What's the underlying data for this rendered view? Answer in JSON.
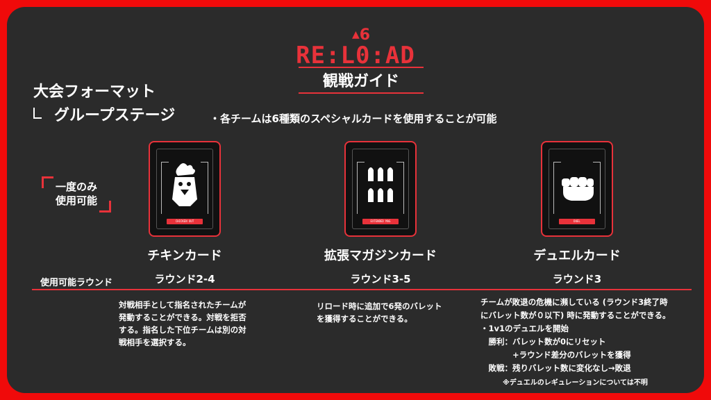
{
  "header": {
    "logo_badge": "6",
    "logo_main": "RE:L0:AD",
    "subtitle": "観戦ガイド"
  },
  "format": {
    "title": "大会フォーマット",
    "stage": "グループステージ",
    "note": "・各チームは6種類のスペシャルカードを使用することが可能"
  },
  "once_label": [
    "一度のみ",
    "使用可能"
  ],
  "round_label": "使用可能ラウンド",
  "cards": [
    {
      "name": "チキンカード",
      "tag": "CHICKEN OUT",
      "icon": "chicken-icon",
      "round": "ラウンド2-4",
      "desc": [
        "対戦相手として指名されたチームが",
        "発動することができる。対戦を拒否",
        "する。指名した下位チームは別の対",
        "戦相手を選択する。"
      ]
    },
    {
      "name": "拡張マガジンカード",
      "tag": "EXTENDED MAG",
      "icon": "bullets-icon",
      "round": "ラウンド3-5",
      "desc": [
        "リロード時に追加で6発のバレット",
        "を獲得することができる。"
      ]
    },
    {
      "name": "デュエルカード",
      "tag": "DUEL",
      "icon": "fist-icon",
      "round": "ラウンド3",
      "desc": [
        "チームが敗退の危機に瀕している (ラウンド3終了時",
        "にバレット数が０以下) 時に発動することができる。",
        "・1v1のデュエルを開始",
        "　勝利：バレット数が0にリセット",
        "　　　　+ラウンド差分のバレットを獲得",
        "　敗戦：残りバレット数に変化なし→敗退"
      ],
      "footnote": "※デュエルのレギュレーションについては不明"
    }
  ],
  "colors": {
    "accent": "#e8323a",
    "panel": "#2b2b2b",
    "frame": "#f00a0a"
  }
}
